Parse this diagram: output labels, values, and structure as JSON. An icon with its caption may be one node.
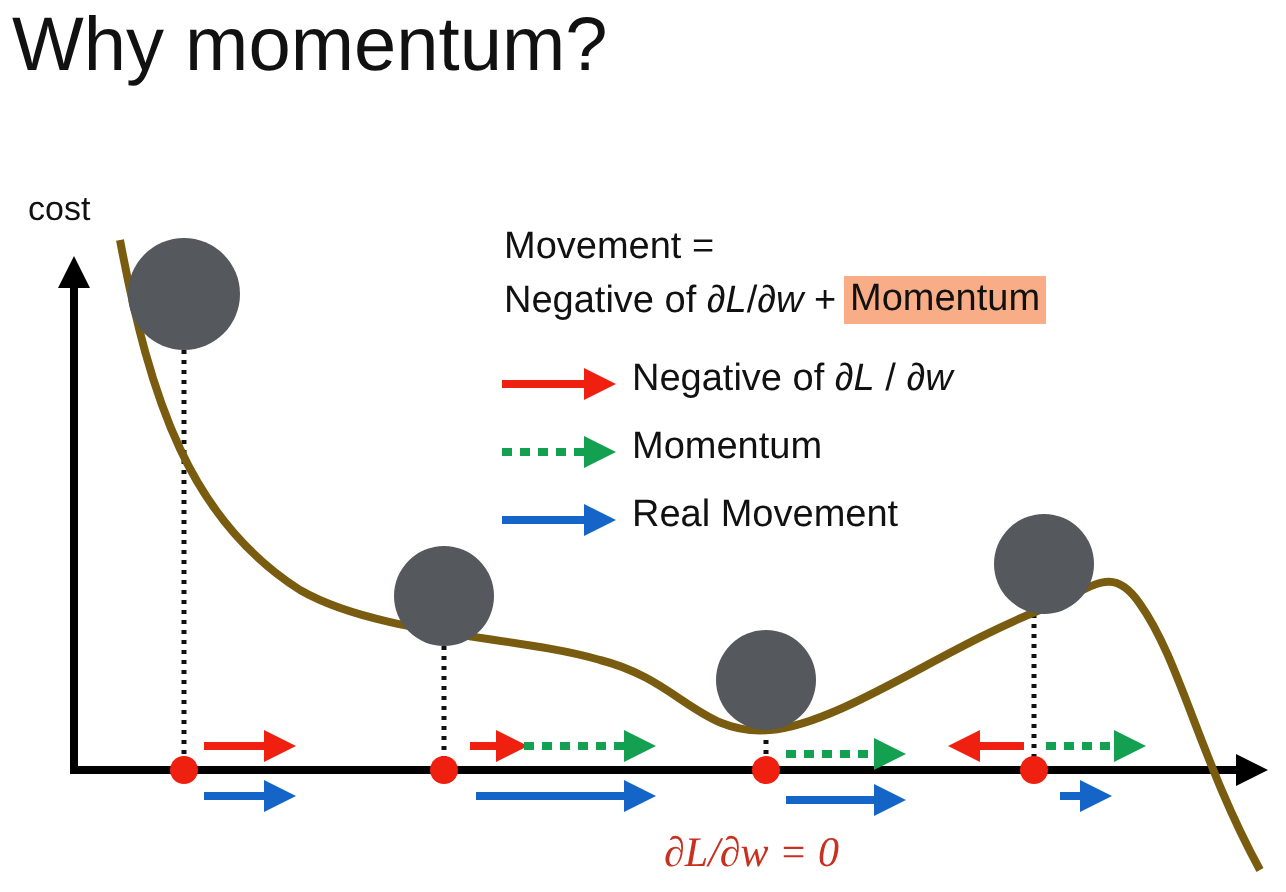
{
  "diagram": {
    "title": "Why momentum?",
    "labels": [
      "cost",
      "Movement =",
      "Negative of *∂L*/*∂w* +",
      "Momentum",
      "*∂L*/*∂w* = 0"
    ],
    "legend": [
      {
        "text": "Negative of *∂L* / *∂w*"
      },
      {
        "text": "Momentum"
      },
      {
        "text": "Real Movement"
      }
    ]
  }
}
